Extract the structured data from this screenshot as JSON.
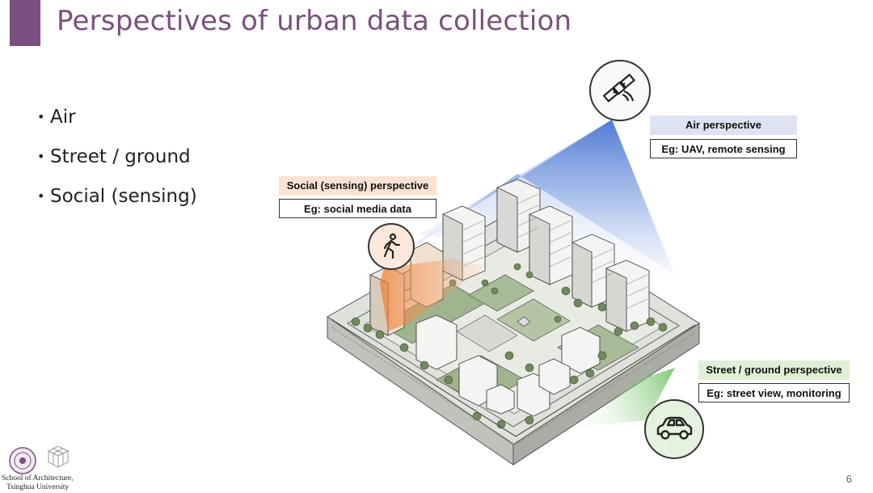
{
  "slide": {
    "title": "Perspectives of urban data collection",
    "bullets": [
      "Air",
      "Street / ground",
      "Social (sensing)"
    ],
    "page_number": "6"
  },
  "labels": {
    "air": {
      "heading": "Air perspective",
      "example": "Eg: UAV, remote sensing"
    },
    "social": {
      "heading": "Social (sensing) perspective",
      "example": "Eg: social media data"
    },
    "street": {
      "heading": "Street / ground perspective",
      "example": "Eg: street view, monitoring"
    }
  },
  "footer": {
    "school_line1": "School of Architecture,",
    "school_line2": "Tsinghua University"
  },
  "icons": [
    "satellite-icon",
    "pedestrian-icon",
    "car-icon",
    "tsinghua-seal-icon",
    "architecture-cube-icon"
  ],
  "colors": {
    "title": "#7b4f7f",
    "air_label_bg": "#dde3f3",
    "social_label_bg": "#fbe3d3",
    "street_label_bg": "#e0f0d6",
    "air_beam": "#3f6ed0",
    "street_beam": "#59b84f",
    "social_beam": "#f07a2c"
  }
}
